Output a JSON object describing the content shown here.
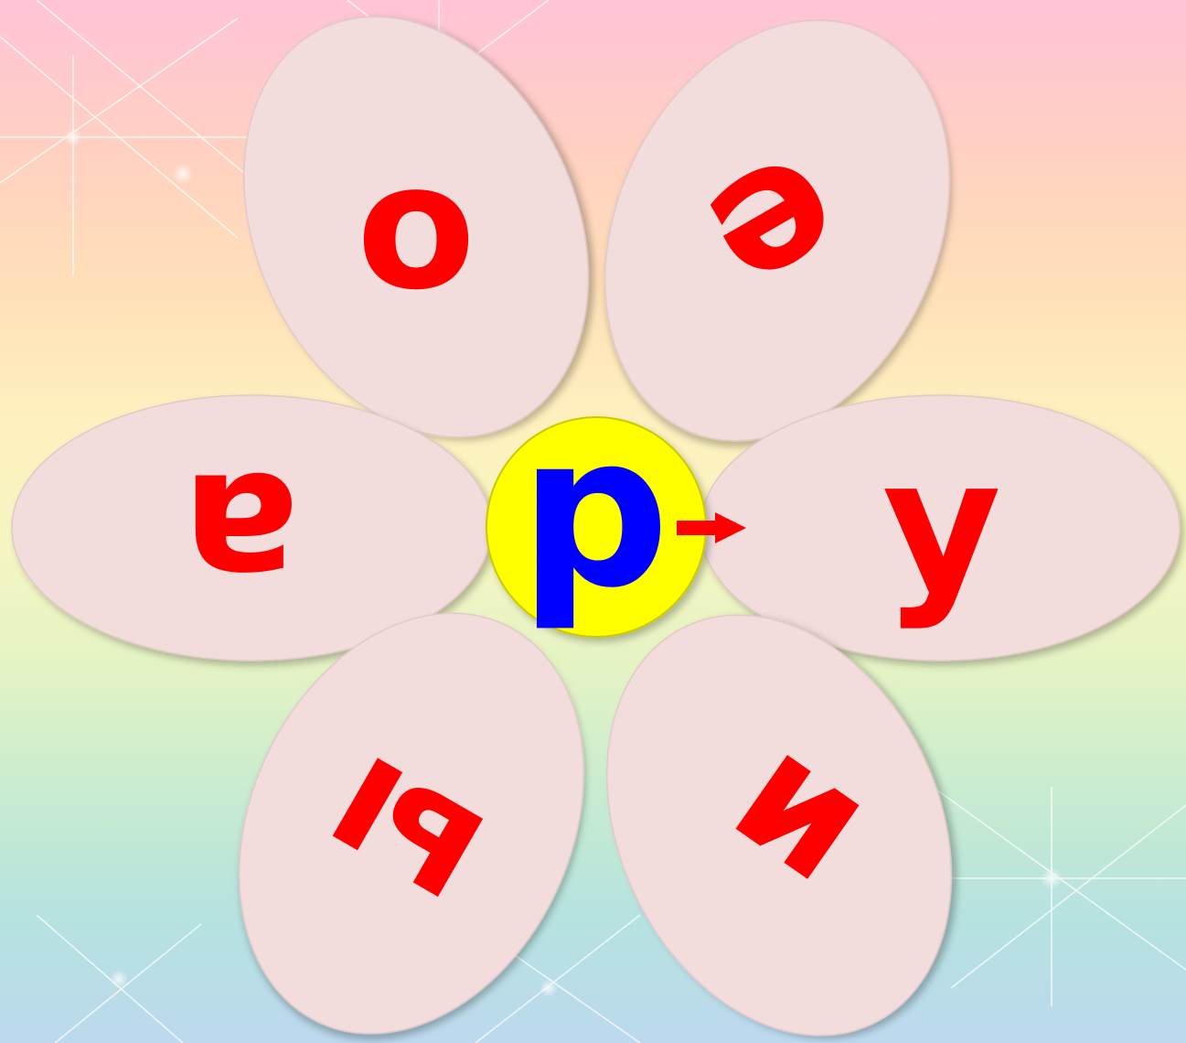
{
  "flower": {
    "center": {
      "letter": "р",
      "fill": "#ffff00",
      "letter_color": "#0000ff"
    },
    "petal_color": "#f2dcdc",
    "letter_color": "#ff0000",
    "petals": [
      {
        "id": "top-left",
        "letter": "о"
      },
      {
        "id": "top-right",
        "letter": "е"
      },
      {
        "id": "right",
        "letter": "у"
      },
      {
        "id": "bottom-right",
        "letter": "и"
      },
      {
        "id": "bottom-left",
        "letter": "ы"
      },
      {
        "id": "left",
        "letter": "а"
      }
    ],
    "arrow": {
      "direction": "right",
      "target_petal": "right",
      "color": "#ff0000"
    }
  }
}
